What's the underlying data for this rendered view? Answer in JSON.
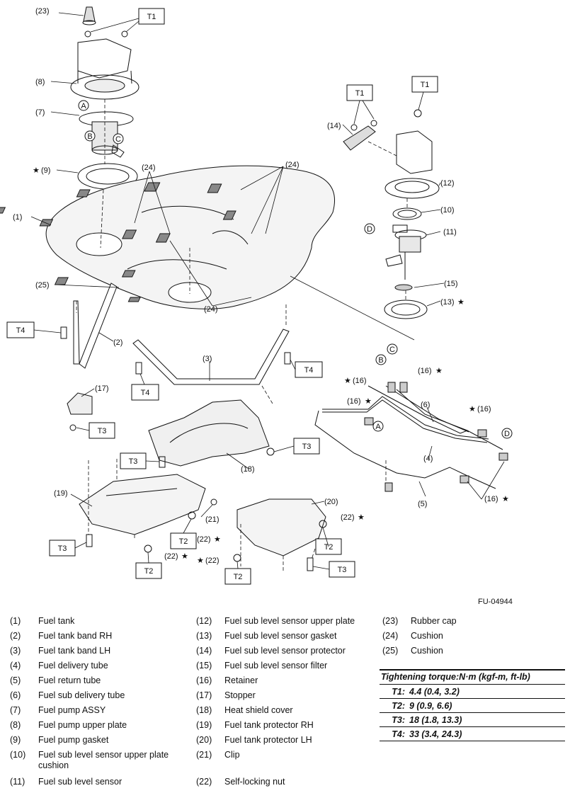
{
  "figure_id": "FU-04944",
  "callouts": {
    "c1": "(1)",
    "c2": "(2)",
    "c3": "(3)",
    "c4": "(4)",
    "c5": "(5)",
    "c6": "(6)",
    "c7": "(7)",
    "c8": "(8)",
    "c9": "(9)",
    "c10": "(10)",
    "c11": "(11)",
    "c12": "(12)",
    "c13": "(13)",
    "c14": "(14)",
    "c15": "(15)",
    "c16": "(16)",
    "c17": "(17)",
    "c18": "(18)",
    "c19": "(19)",
    "c20": "(20)",
    "c21": "(21)",
    "c22": "(22)",
    "c23": "(23)",
    "c24": "(24)",
    "c25": "(25)",
    "star": "★",
    "A": "A",
    "B": "B",
    "C": "C",
    "D": "D",
    "T1": "T1",
    "T2": "T2",
    "T3": "T3",
    "T4": "T4"
  },
  "legend": {
    "col1": [
      {
        "num": "(1)",
        "text": "Fuel tank"
      },
      {
        "num": "(2)",
        "text": "Fuel tank band RH"
      },
      {
        "num": "(3)",
        "text": "Fuel tank band LH"
      },
      {
        "num": "(4)",
        "text": "Fuel delivery tube"
      },
      {
        "num": "(5)",
        "text": "Fuel return tube"
      },
      {
        "num": "(6)",
        "text": "Fuel sub delivery tube"
      },
      {
        "num": "(7)",
        "text": "Fuel pump ASSY"
      },
      {
        "num": "(8)",
        "text": "Fuel pump upper plate"
      },
      {
        "num": "(9)",
        "text": "Fuel pump gasket"
      },
      {
        "num": "(10)",
        "text": "Fuel sub level sensor upper plate"
      },
      {
        "num": "",
        "text": "cushion"
      },
      {
        "num": "(11)",
        "text": "Fuel sub level sensor"
      }
    ],
    "col2": [
      {
        "num": "(12)",
        "text": "Fuel sub level sensor upper plate"
      },
      {
        "num": "(13)",
        "text": "Fuel sub level sensor gasket"
      },
      {
        "num": "(14)",
        "text": "Fuel sub level sensor protector"
      },
      {
        "num": "(15)",
        "text": "Fuel sub level sensor filter"
      },
      {
        "num": "(16)",
        "text": "Retainer"
      },
      {
        "num": "(17)",
        "text": "Stopper"
      },
      {
        "num": "(18)",
        "text": "Heat shield cover"
      },
      {
        "num": "(19)",
        "text": "Fuel tank protector RH"
      },
      {
        "num": "(20)",
        "text": "Fuel tank protector LH"
      },
      {
        "num": "(21)",
        "text": "Clip"
      },
      {
        "num": "(22)",
        "text": "Self-locking nut"
      }
    ],
    "col3": [
      {
        "num": "(23)",
        "text": "Rubber cap"
      },
      {
        "num": "(24)",
        "text": "Cushion"
      },
      {
        "num": "(25)",
        "text": "Cushion"
      }
    ]
  },
  "torque": {
    "title": "Tightening torque:N·m (kgf-m, ft-lb)",
    "rows": [
      {
        "key": "T1:",
        "value": "4.4 (0.4, 3.2)"
      },
      {
        "key": "T2:",
        "value": "9 (0.9, 6.6)"
      },
      {
        "key": "T3:",
        "value": "18 (1.8, 13.3)"
      },
      {
        "key": "T4:",
        "value": "33 (3.4, 24.3)"
      }
    ]
  }
}
